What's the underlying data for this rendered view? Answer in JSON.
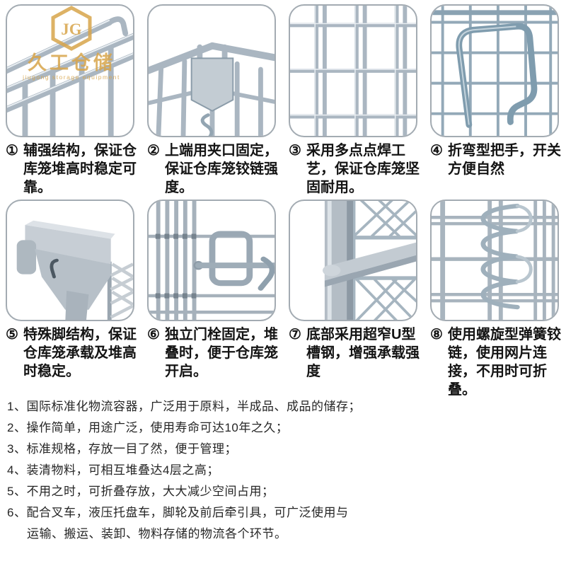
{
  "logo": {
    "monogram": "JG",
    "company": "久工仓储",
    "tagline": "jiugong  storage  equipment",
    "color": "#D8A54B"
  },
  "features": [
    {
      "num": "①",
      "text": "辅强结构，保证仓库笼堆高时稳定可靠。",
      "photo": "reinforced-stacking-rails"
    },
    {
      "num": "②",
      "text": "上端用夹口固定，保证仓库笼铰链强度。",
      "photo": "top-corner-clamp"
    },
    {
      "num": "③",
      "text": "采用多点点焊工艺，保证仓库笼坚固耐用。",
      "photo": "multi-point-spot-welded-mesh"
    },
    {
      "num": "④",
      "text": "折弯型把手，开关方便自然",
      "photo": "bent-type-handle"
    },
    {
      "num": "⑤",
      "text": "特殊脚结构，保证仓库笼承载及堆高时稳定。",
      "photo": "special-foot-structure"
    },
    {
      "num": "⑥",
      "text": "独立门栓固定，堆叠时，便于仓库笼开启。",
      "photo": "independent-door-bolt"
    },
    {
      "num": "⑦",
      "text": "底部采用超窄U型槽钢，增强承载强度",
      "photo": "narrow-u-channel-base"
    },
    {
      "num": "⑧",
      "text": "使用螺旋型弹簧铰链，使用网片连接，不用时可折叠。",
      "photo": "spiral-spring-hinge"
    }
  ],
  "benefits": {
    "lines": [
      "1、国际标准化物流容器，广泛用于原料，半成品、成品的储存；",
      "2、操作简单，用途广泛，使用寿命可达10年之久；",
      "3、标准规格，存放一目了然，便于管理；",
      "4、装清物料，可相互堆叠达4层之高；",
      "5、不用之时，可折叠存放，大大减少空间占用；",
      "6、配合叉车，液压托盘车，脚轮及前后牵引具，可广泛使用与",
      "运输、搬运、装卸、物料存储的物流各个环节。"
    ]
  },
  "colors": {
    "accent_gold": "#D8A54B",
    "wire_steel": "#AAB6C1",
    "caption_text": "#141414",
    "benefit_text": "#262626"
  }
}
